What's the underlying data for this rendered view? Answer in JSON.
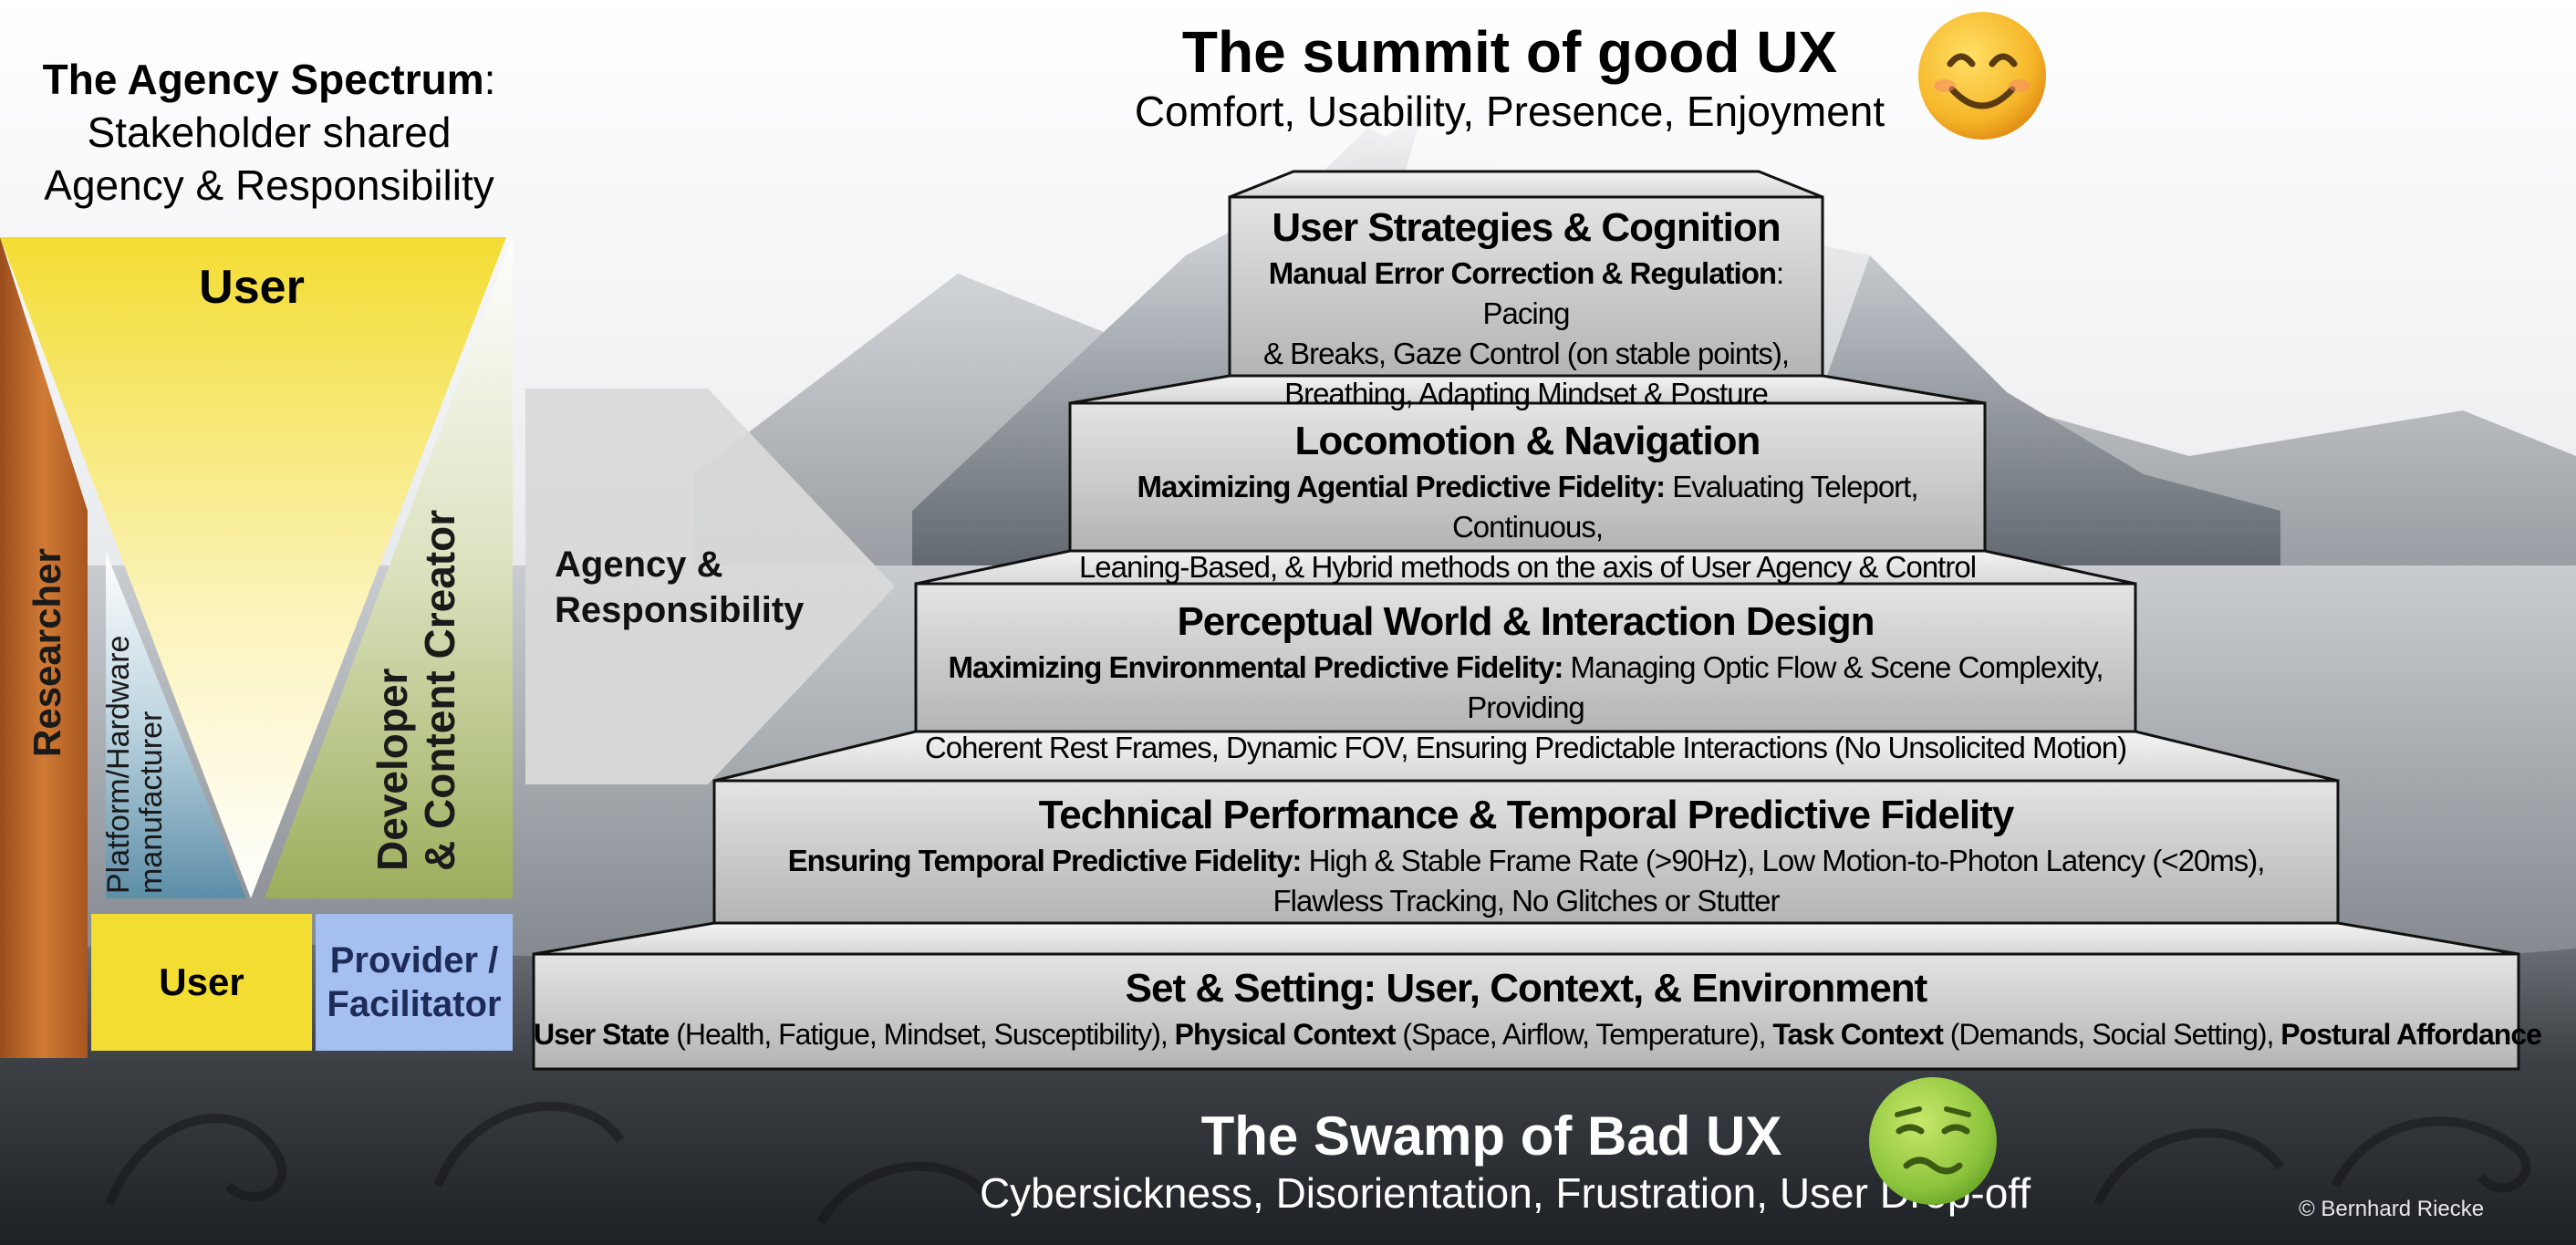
{
  "agency_spectrum": {
    "title_bold": "The Agency Spectrum",
    "title_rest": ":",
    "subtitle_line1": "Stakeholder shared",
    "subtitle_line2": "Agency & Responsibility",
    "user_label": "User",
    "researcher_label": "Researcher",
    "platform_label_line1": "Platform/Hardware",
    "platform_label_line2": "manufacturer",
    "developer_label_line1": "Developer",
    "developer_label_line2": "& Content Creator",
    "bottom_user_label": "User",
    "provider_label_line1": "Provider /",
    "provider_label_line2": "Facilitator",
    "arrow_label_line1": "Agency &",
    "arrow_label_line2": "Responsibility"
  },
  "summit": {
    "title": "The summit of good UX",
    "subtitle": "Comfort, Usability, Presence, Enjoyment",
    "emoji": "smiling-face-icon"
  },
  "swamp": {
    "title": "The Swamp of Bad UX",
    "subtitle": "Cybersickness, Disorientation, Frustration, User Drop-off",
    "emoji": "nauseated-face-icon"
  },
  "layers": [
    {
      "title": "User Strategies & Cognition",
      "body_bold": "Manual Error Correction & Regulation",
      "body_line1_rest": ": Pacing",
      "body_line2": "& Breaks, Gaze Control (on stable points),",
      "body_line3": "Breathing, Adapting Mindset & Posture"
    },
    {
      "title": "Locomotion & Navigation",
      "body_bold": "Maximizing Agential Predictive Fidelity:",
      "body_line1_rest": " Evaluating Teleport, Continuous,",
      "body_line2": "Leaning-Based, & Hybrid methods on the axis of User Agency & Control"
    },
    {
      "title": "Perceptual World & Interaction Design",
      "body_bold": "Maximizing Environmental Predictive Fidelity:",
      "body_line1_rest": " Managing Optic Flow & Scene Complexity, Providing",
      "body_line2": "Coherent Rest Frames, Dynamic FOV, Ensuring Predictable Interactions (No Unsolicited Motion)"
    },
    {
      "title": "Technical Performance & Temporal Predictive Fidelity",
      "body_bold": "Ensuring Temporal Predictive Fidelity:",
      "body_line1_rest": " High & Stable Frame Rate (>90Hz), Low Motion-to-Photon Latency (<20ms),",
      "body_line2": "Flawless Tracking, No Glitches or Stutter"
    },
    {
      "title": "Set & Setting: User, Context, & Environment",
      "seg1_bold": "User State",
      "seg1_rest": " (Health, Fatigue, Mindset, Susceptibility), ",
      "seg2_bold": "Physical Context",
      "seg2_rest": " (Space, Airflow, Temperature), ",
      "seg3_bold": "Task Context",
      "seg3_rest": " (Demands, Social Setting), ",
      "seg4_bold": "Postural Affordance"
    }
  ],
  "copyright": "© Bernhard Riecke",
  "colors": {
    "user_yellow": "#f3dd32",
    "provider_blue": "#a4bff0",
    "researcher_orange": "#c8692a",
    "layer_gray": "#c9c9c9",
    "sky_gray": "#e6e8ea"
  }
}
